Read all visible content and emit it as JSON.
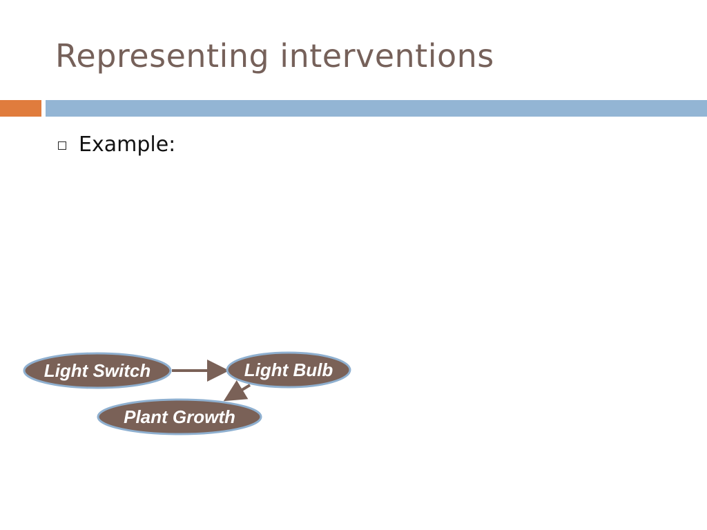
{
  "slide": {
    "title": "Representing interventions",
    "bullet": "Example:"
  },
  "colors": {
    "title": "#76615a",
    "accent_bar": "#e07c3d",
    "main_bar": "#93b5d4",
    "node_fill": "#7a6157",
    "node_stroke": "#8fb0d0",
    "edge": "#7a6157"
  },
  "diagram": {
    "nodes": [
      {
        "id": "light-switch",
        "label": "Light Switch"
      },
      {
        "id": "light-bulb",
        "label": "Light Bulb"
      },
      {
        "id": "plant-growth",
        "label": "Plant Growth"
      }
    ],
    "edges": [
      {
        "from": "light-switch",
        "to": "light-bulb"
      },
      {
        "from": "light-bulb",
        "to": "plant-growth"
      }
    ]
  }
}
